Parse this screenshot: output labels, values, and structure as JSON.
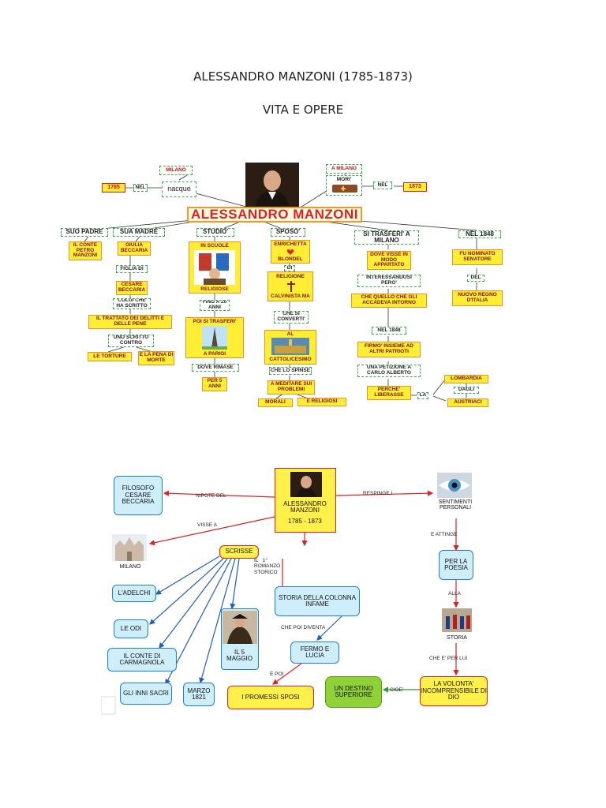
{
  "header": {
    "title": "ALESSANDRO MANZONI (1785-1873)",
    "subtitle": "VITA E OPERE"
  },
  "map1": {
    "title": "ALESSANDRO MANZONI",
    "birth": {
      "city": "MILANO",
      "verb": "nacque",
      "nel": "NEL",
      "year": "1785"
    },
    "death": {
      "city": "A MILANO",
      "verb": "MORI'",
      "nel": "NEL",
      "year": "1873"
    },
    "father": {
      "label": "SUO PADRE",
      "name": "IL CONTE PETRO MANZONI"
    },
    "mother": {
      "label": "SUA MADRE",
      "name": "GIULIA BECCARIA",
      "figlia": "FIGLIA DI",
      "cesare": "CESARE BECCARIA",
      "coluiche": "COLUI CHE HA SCRITTO",
      "trattato": "IL TRATTATO DEI DELITTI E DELLE PENE",
      "scritto": "UNO SCRITTO CONTRO",
      "torture": "LE TORTURE",
      "pena": "E LA PENA DI MORTE"
    },
    "studio": {
      "label": "STUDIO'",
      "scuole": "IN SCUOLE",
      "religiose": "RELIGIOSE",
      "fino": "FINO A 20 ANNI",
      "trasferi": "POI SI TRASFERI'",
      "parigi": "A PARIGI",
      "rimase": "DOVE RIMASE",
      "anni": "PER 5 ANNI"
    },
    "sposo": {
      "label": "SPOSO'",
      "enrichetta": "ENRICHETTA",
      "blondel": "BLONDEL",
      "di": "DI",
      "religione": "RELIGIONE",
      "calvinista": "CALVINISTA MA",
      "converti": "CHE SI CONVERTI'",
      "al": "AL",
      "cattolicesimo": "CATTOLICESIMO",
      "spinse": "CHE LO SPINSE",
      "meditare": "A MEDITARE SUI PROBLEMI",
      "morali": "MORALI",
      "religiosi": "E RELIGIOSI"
    },
    "milano": {
      "label": "SI TRASFERI' A MILANO",
      "dove": "DOVE VISSE IN MODO APPARTATO",
      "interessandosi": "INTERESSANDOSI PERO'",
      "accadeva": "CHE QUELLO CHE GLI ACCADEVA INTORNO",
      "nel1848": "NEL 1848",
      "firmo": "FIRMO' INSIEME AD ALTRI PATRIOTI",
      "petizione": "UNA PETIZIONE A CARLO ALBERTO",
      "perche": "PERCHE' LIBERASSE",
      "la": "LA",
      "lombardia": "LOMBARDIA",
      "dagli": "DAGLI",
      "austriaci": "AUSTRIACI"
    },
    "senatore": {
      "label": "NEL 1848",
      "nominato": "FU NOMINATO SENATORE",
      "del": "DEL",
      "regno": "NUOVO REGNO D'ITALIA"
    }
  },
  "map2": {
    "center": {
      "name": "ALESSANDRO MANZONI",
      "years": "1785   -   1873"
    },
    "filosofo": "FILOSOFO CESARE BECCARIA",
    "nipote": "NIPOTE      DEL",
    "respinge": "RESPINGE      I",
    "sentimenti": "SENTIMENTI PERSONALI",
    "attinge": "E      ATTINGE",
    "poesia": "PER LA POESIA",
    "alla": "ALLA",
    "storia": "STORIA",
    "chelui": "CHE   E'   PER  LUI",
    "volonta": "LA   VOLONTA' INCOMPRENSIBILE DI  DIO",
    "cioe": "CIOE'",
    "destino": "UN DESTINO SUPERIORE",
    "visse": "VISSE      A",
    "milano": "MILANO",
    "scrisse": "SCRISSE",
    "romanzo": "IL   1°\nROMANZO\nSTORICO",
    "colonna": "STORIA      DELLA COLONNA      INFAME",
    "diventa": "CHE      POI         DIVENTA",
    "fermo": "FERMO      E LUCIA",
    "epoi": "E   POI",
    "promessi": "I      PROMESSI SPOSI",
    "adelchi": "L'ADELCHI",
    "odi": "LE   ODI",
    "conte": "IL    CONTE     DI CARMAGNOLA",
    "inni": "GLI     INNI SACRI",
    "marzo": "MARZO 1821",
    "maggio": "IL   5 MAGGIO"
  },
  "colors": {
    "accent_red": "#e02020",
    "node_blue": "#cfeefb",
    "node_yellow": "#ffee33",
    "node_green": "#8fd136"
  }
}
